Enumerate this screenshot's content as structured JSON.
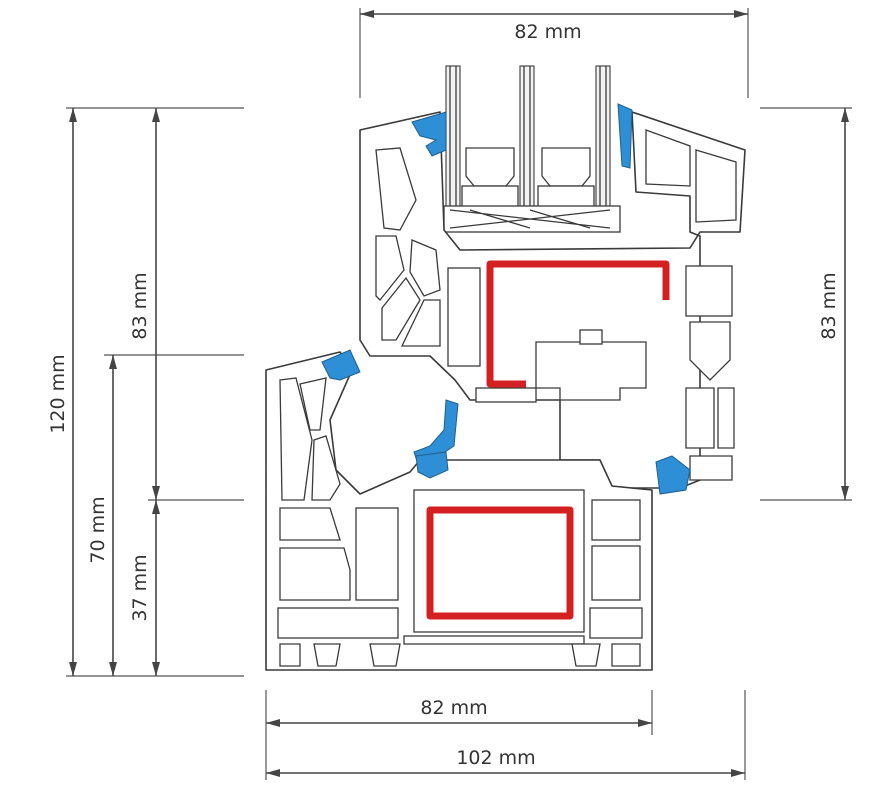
{
  "dimensions": {
    "top_width": "82 mm",
    "right_height": "83 mm",
    "left_total_height": "120 mm",
    "left_upper_height": "83 mm",
    "left_mid_height": "70 mm",
    "left_lower_height": "37 mm",
    "bottom_inner_width": "82 mm",
    "bottom_total_width": "102 mm"
  },
  "colors": {
    "reinforcement": "#d42020",
    "gasket": "#2f8fd6",
    "line": "#3a3a3a"
  }
}
